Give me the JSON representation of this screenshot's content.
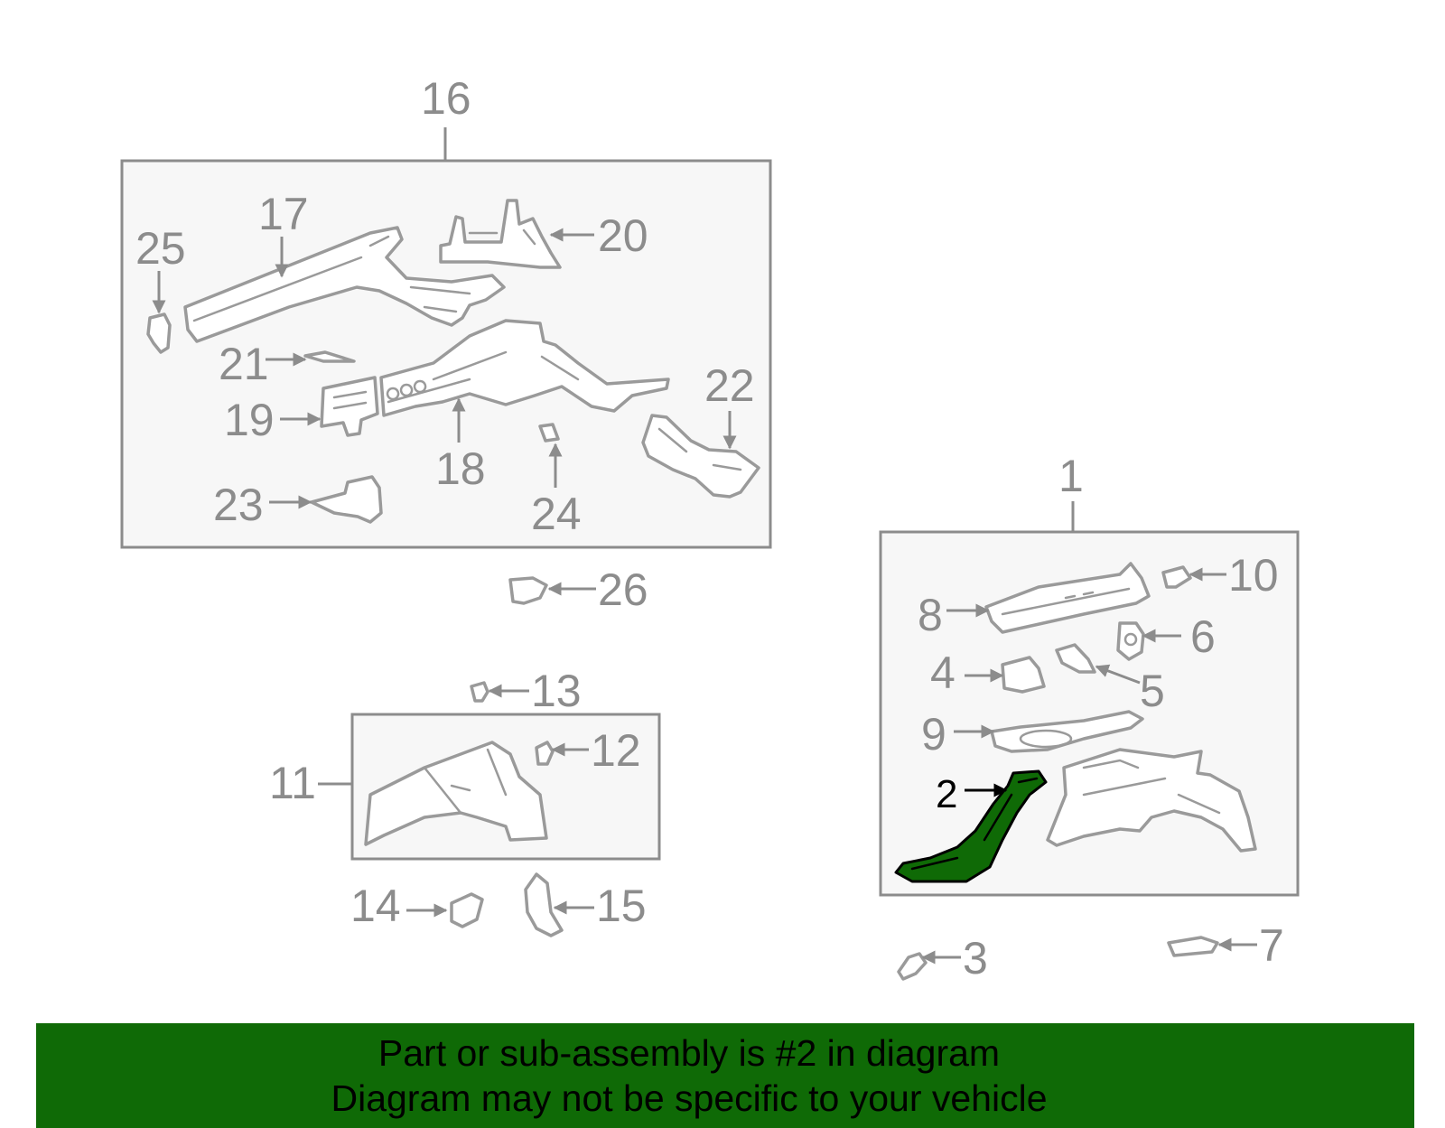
{
  "diagram": {
    "callouts": {
      "n1": "1",
      "n2": "2",
      "n3": "3",
      "n4": "4",
      "n5": "5",
      "n6": "6",
      "n7": "7",
      "n8": "8",
      "n9": "9",
      "n10": "10",
      "n11": "11",
      "n12": "12",
      "n13": "13",
      "n14": "14",
      "n15": "15",
      "n16": "16",
      "n17": "17",
      "n18": "18",
      "n19": "19",
      "n20": "20",
      "n21": "21",
      "n22": "22",
      "n23": "23",
      "n24": "24",
      "n25": "25",
      "n26": "26"
    },
    "highlighted_part": "2",
    "colors": {
      "highlight": "#0f6a06",
      "line_art": "#9a9a9a",
      "box_fill": "#f7f7f7"
    }
  },
  "banner": {
    "line1": "Part or sub-assembly is #2 in diagram",
    "line2": "Diagram may not be specific to your vehicle"
  }
}
